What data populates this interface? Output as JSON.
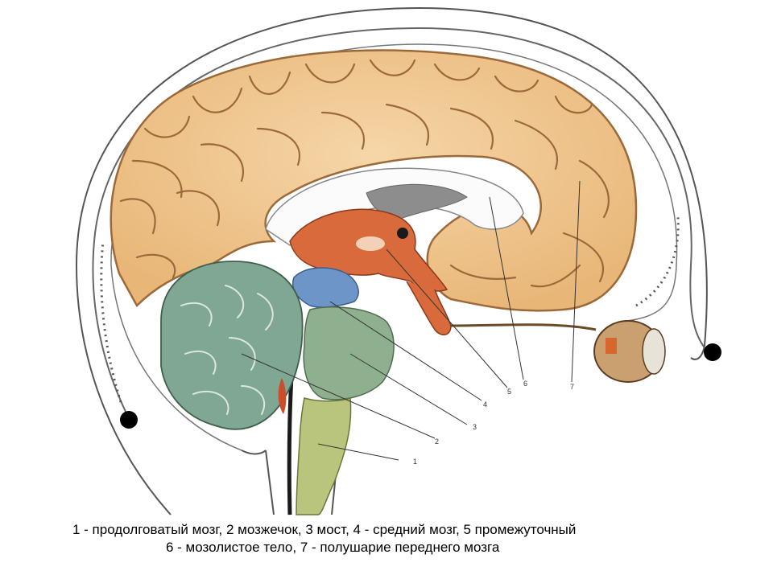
{
  "diagram": {
    "callouts": [
      "1",
      "2",
      "3",
      "4",
      "5",
      "6",
      "7"
    ],
    "caption": {
      "line1": "1 - продолговатый мозг, 2 мозжечок, 3 мост, 4 - средний мозг, 5 промежуточный",
      "line2": "6 - мозолистое тело, 7 - полушарие переднего мозга"
    }
  },
  "colors": {
    "cortex": "#f0c58e",
    "cortex_outline": "#9c6a3a",
    "cerebellum": "#7fa793",
    "pons": "#8fb08e",
    "medulla": "#b9c57c",
    "midbrain": "#6d95c8",
    "diencephalon": "#d96a3c",
    "ventricle": "#8d8d8d",
    "skull_outline": "#555555"
  }
}
